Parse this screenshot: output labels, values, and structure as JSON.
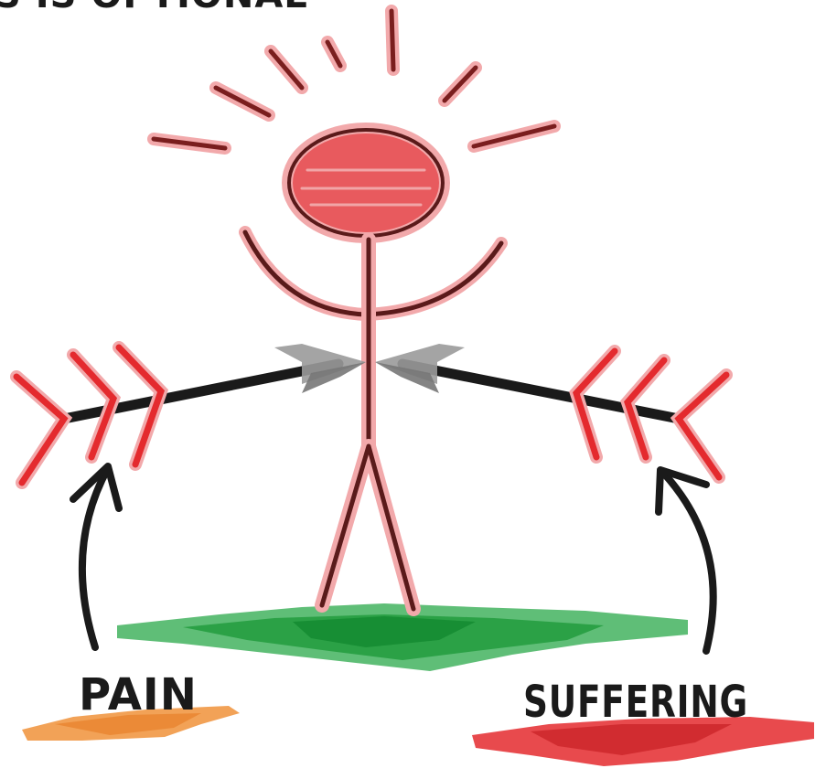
{
  "heading_fragment": "S IS OPTIONAL",
  "labels": {
    "pain": "PAIN",
    "suffering": "SUFFERING"
  },
  "colors": {
    "figure": "#e8464a",
    "figure_outline": "#5a1a1a",
    "head_fill": "#e85a5e",
    "ground": "#1e9a3a",
    "pain_swatch": "#f0923a",
    "suffering_swatch": "#e42a2e",
    "arrow_shaft": "#1a1a1a",
    "ink": "#1a1a1a"
  },
  "icons": {
    "figure": "stick-figure-icon",
    "left_arrow": "arrow-icon",
    "right_arrow": "arrow-icon"
  }
}
